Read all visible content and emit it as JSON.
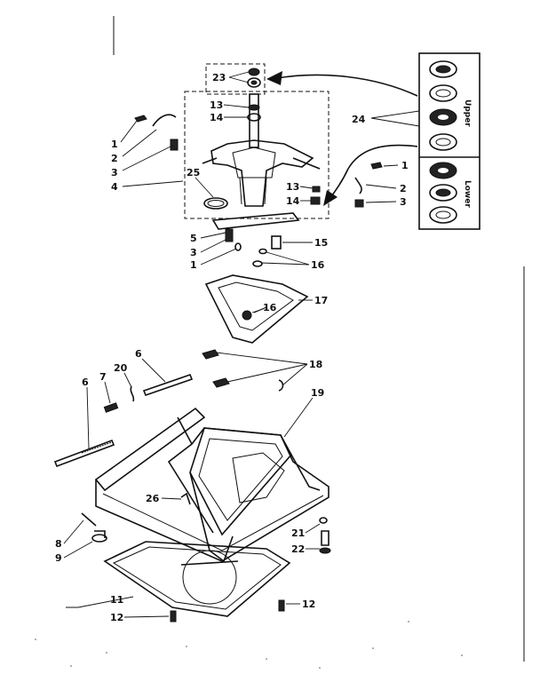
{
  "callouts": {
    "c1a": "1",
    "c2a": "2",
    "c3a": "3",
    "c4": "4",
    "c25": "25",
    "c23": "23",
    "c13a": "13",
    "c14a": "14",
    "c24": "24",
    "c1b": "1",
    "c2b": "2",
    "c3b": "3",
    "c13b": "13",
    "c14b": "14",
    "c5": "5",
    "c3c": "3",
    "c1c": "1",
    "c15": "15",
    "c16a": "16",
    "c16b": "16",
    "c17": "17",
    "c18": "18",
    "c19": "19",
    "c6a": "6",
    "c20": "20",
    "c7": "7",
    "c6b": "6",
    "c26": "26",
    "c8": "8",
    "c9": "9",
    "c21": "21",
    "c22": "22",
    "c11": "11",
    "c12a": "12",
    "c12b": "12"
  },
  "kit_labels": {
    "upper": "Upper",
    "lower": "Lower"
  },
  "icons": {
    "arrow": "curved-arrow-icon"
  }
}
